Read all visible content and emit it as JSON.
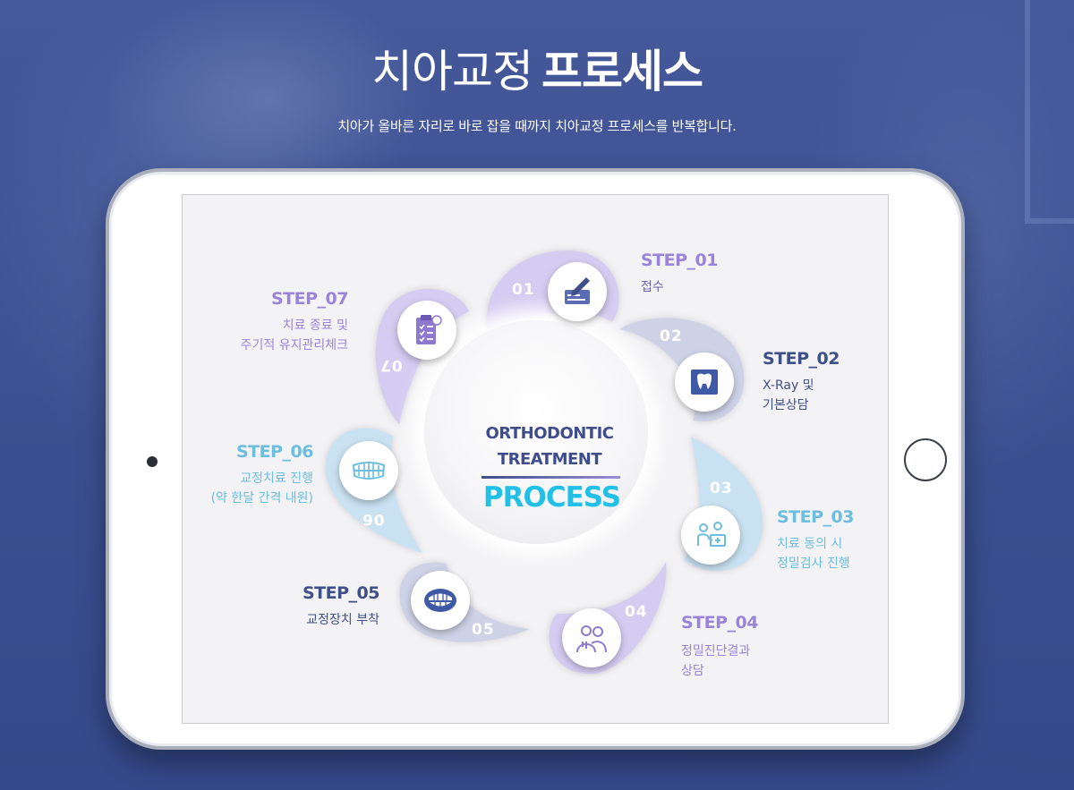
{
  "header": {
    "title_light": "치아교정",
    "title_bold": "프로세스",
    "subtitle": "치아가 올바른 자리로 바로 잡을 때까지 치아교정 프로세스를 반복합니다."
  },
  "center": {
    "line1": "ORTHODONTIC",
    "line2": "TREATMENT",
    "line3": "PROCESS"
  },
  "steps": [
    {
      "num": "01",
      "title": "STEP_01",
      "desc1": "접수",
      "desc2": "",
      "icon": "pen-document-icon",
      "color": "#9a84d9"
    },
    {
      "num": "02",
      "title": "STEP_02",
      "desc1": "X-Ray 및",
      "desc2": "기본상담",
      "icon": "x-ray-icon",
      "color": "#3f4f88"
    },
    {
      "num": "03",
      "title": "STEP_03",
      "desc1": "치료 동의 시",
      "desc2": "정밀검사 진행",
      "icon": "doctor-desk-icon",
      "color": "#6cbde0"
    },
    {
      "num": "04",
      "title": "STEP_04",
      "desc1": "정밀진단결과",
      "desc2": "상담",
      "icon": "doctors-icon",
      "color": "#9a84d9"
    },
    {
      "num": "05",
      "title": "STEP_05",
      "desc1": "교정장치 부착",
      "desc2": "",
      "icon": "teeth-icon",
      "color": "#3f4f88"
    },
    {
      "num": "06",
      "title": "STEP_06",
      "desc1": "교정치료 진행",
      "desc2": "(약 한달 간격 내원)",
      "icon": "braces-icon",
      "color": "#6cbde0"
    },
    {
      "num": "07",
      "title": "STEP_07",
      "desc1": "치료 종료 및",
      "desc2": "주기적 유지관리체크",
      "icon": "checklist-icon",
      "color": "#9a84d9"
    }
  ]
}
